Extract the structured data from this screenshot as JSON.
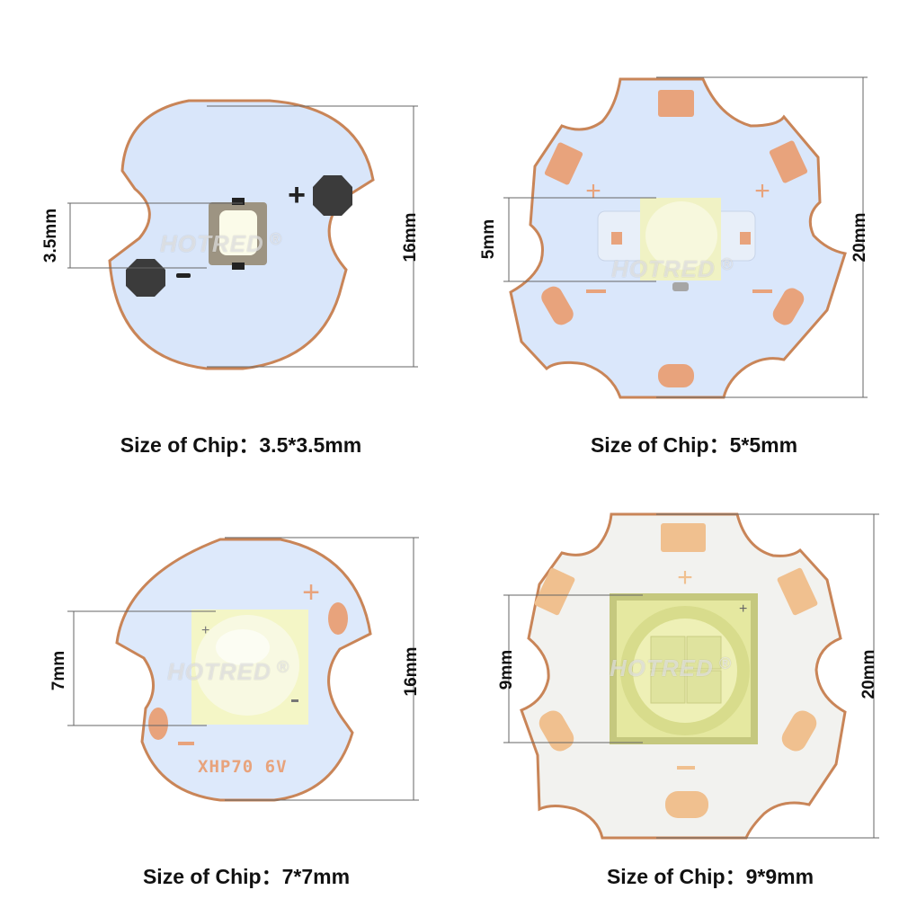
{
  "watermark": {
    "text": "HOTRED",
    "mark": "®"
  },
  "panels": [
    {
      "board_shape": "round-16mm",
      "chip_dimension": "3.5mm",
      "board_dimension": "16mm",
      "caption": "Size of Chip：3.5*3.5mm"
    },
    {
      "board_shape": "hex-20mm",
      "chip_dimension": "5mm",
      "board_dimension": "20mm",
      "caption": "Size of Chip：5*5mm"
    },
    {
      "board_shape": "round-16mm",
      "chip_dimension": "7mm",
      "board_dimension": "16mm",
      "caption": "Size of Chip：7*7mm",
      "silkscreen": "XHP70 6V"
    },
    {
      "board_shape": "hex-20mm",
      "chip_dimension": "9mm",
      "board_dimension": "20mm",
      "caption": "Size of Chip：9*9mm"
    }
  ],
  "colors": {
    "board_blue": "#dde9fb",
    "board_white": "#f4f4f1",
    "copper": "#c98558",
    "pad": "#e8a37c",
    "chip_yellow": "#f3f5b8"
  }
}
